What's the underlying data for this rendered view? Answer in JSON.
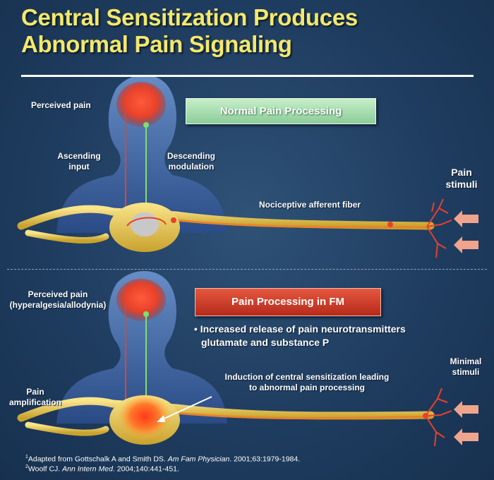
{
  "title": {
    "line1": "Central Sensitization Produces",
    "line2": "Abnormal Pain Signaling"
  },
  "top_panel": {
    "perceived_pain": "Perceived pain",
    "ascending_line1": "Ascending",
    "ascending_line2": "input",
    "descending_line1": "Descending",
    "descending_line2": "modulation",
    "box_label": "Normal Pain Processing",
    "fiber_label": "Nociceptive afferent fiber",
    "stimuli_line1": "Pain",
    "stimuli_line2": "stimuli"
  },
  "bottom_panel": {
    "perceived_line1": "Perceived pain",
    "perceived_line2": "(hyperalgesia/allodynia)",
    "box_label": "Pain Processing in FM",
    "bullet_line1": "• Increased release of pain neurotransmitters",
    "bullet_line2": "glutamate and substance P",
    "induction_line1": "Induction of central sensitization leading",
    "induction_line2": "to abnormal pain processing",
    "amplification_line1": "Pain",
    "amplification_line2": "amplification",
    "stimuli_line1": "Minimal",
    "stimuli_line2": "stimuli"
  },
  "footnotes": {
    "ref1_num": "1",
    "ref1_a": "Adapted from Gottschalk A and Smith DS. ",
    "ref1_journal": "Am Fam Physician",
    "ref1_b": ". 2001;63:1979-1984.",
    "ref2_num": "2",
    "ref2_a": "Woolf CJ. ",
    "ref2_journal": "Ann Intern Med",
    "ref2_b": ". 2004;140:441-451."
  },
  "colors": {
    "title": "#f3e86b",
    "normal_box": "#9fd8a8",
    "fm_box": "#d0402a",
    "nerve": "#e6c84a",
    "pain_red": "#e8412a",
    "descending_green": "#7ee06a",
    "arrow_pink": "#f0a48c"
  }
}
